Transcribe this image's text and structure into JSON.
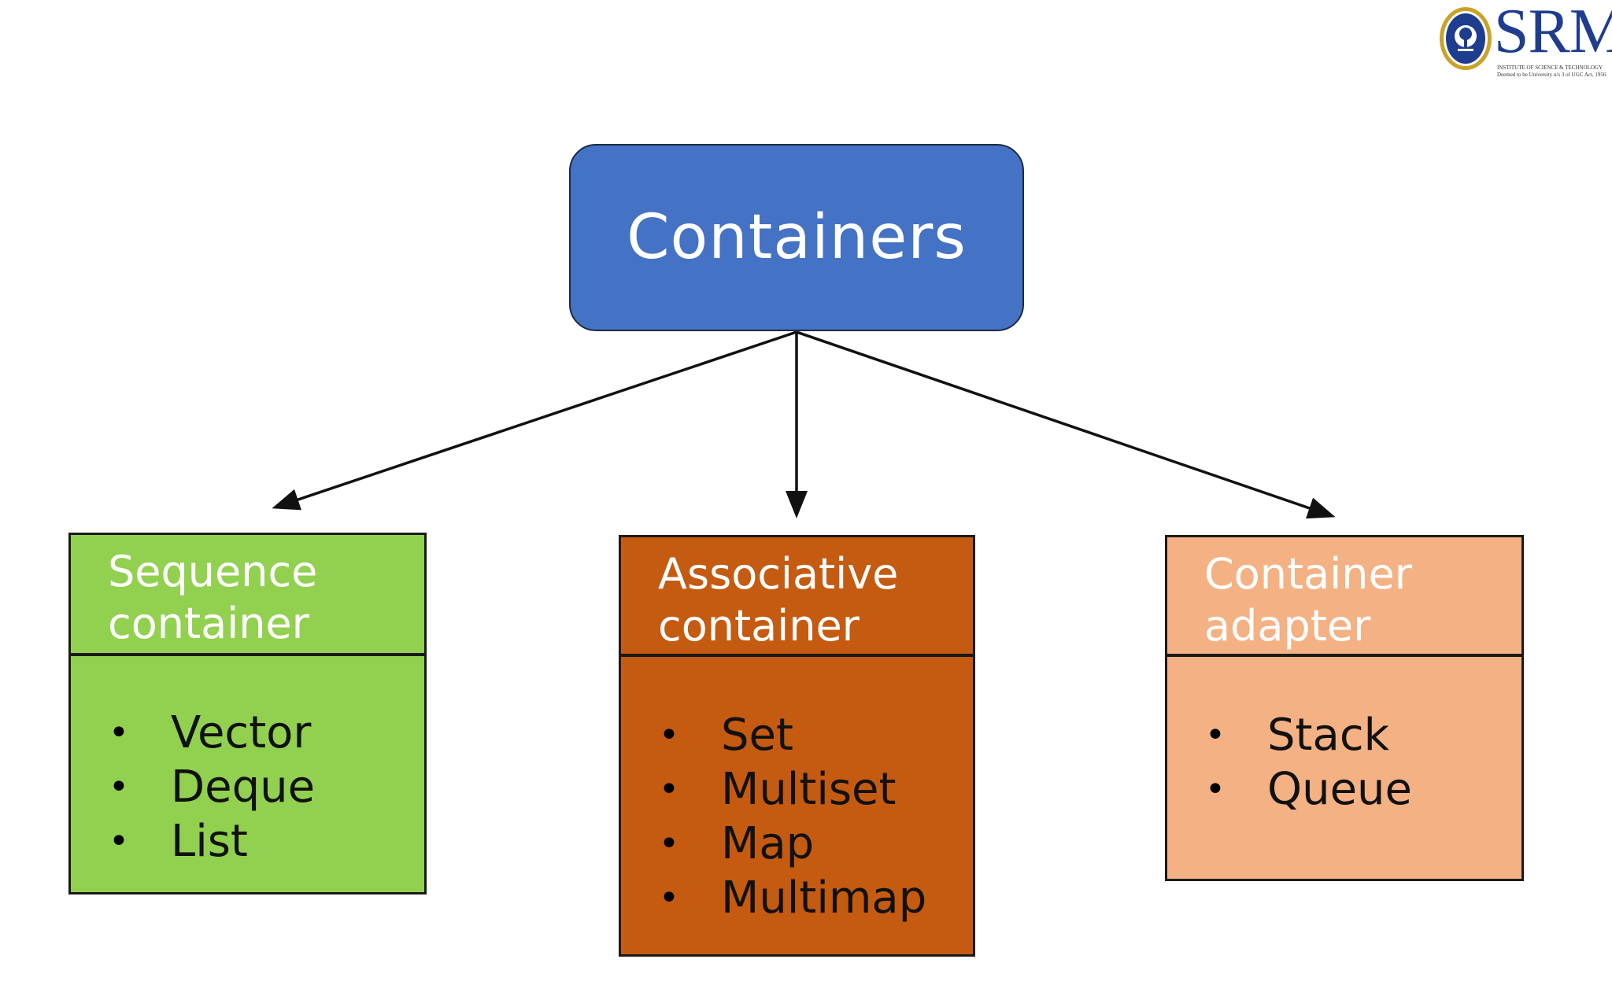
{
  "logo": {
    "name": "SRM",
    "tagline_line1": "INSTITUTE OF SCIENCE & TECHNOLOGY",
    "tagline_line2": "Deemed to be University u/s 3 of UGC Act, 1956",
    "colors": {
      "navy": "#1e3d8f",
      "gold": "#c9a227"
    }
  },
  "root": {
    "label": "Containers",
    "color": "#4472c4"
  },
  "categories": [
    {
      "id": "sequence",
      "title_line1": "Sequence",
      "title_line2": "container",
      "color": "#92d050",
      "items": [
        "Vector",
        "Deque",
        "List"
      ]
    },
    {
      "id": "associative",
      "title_line1": "Associative",
      "title_line2": "container",
      "color": "#c55a11",
      "items": [
        "Set",
        "Multiset",
        "Map",
        "Multimap"
      ]
    },
    {
      "id": "adapter",
      "title_line1": "Container",
      "title_line2": "adapter",
      "color": "#f4b183",
      "items": [
        "Stack",
        "Queue"
      ]
    }
  ],
  "bullet_glyph": "•"
}
